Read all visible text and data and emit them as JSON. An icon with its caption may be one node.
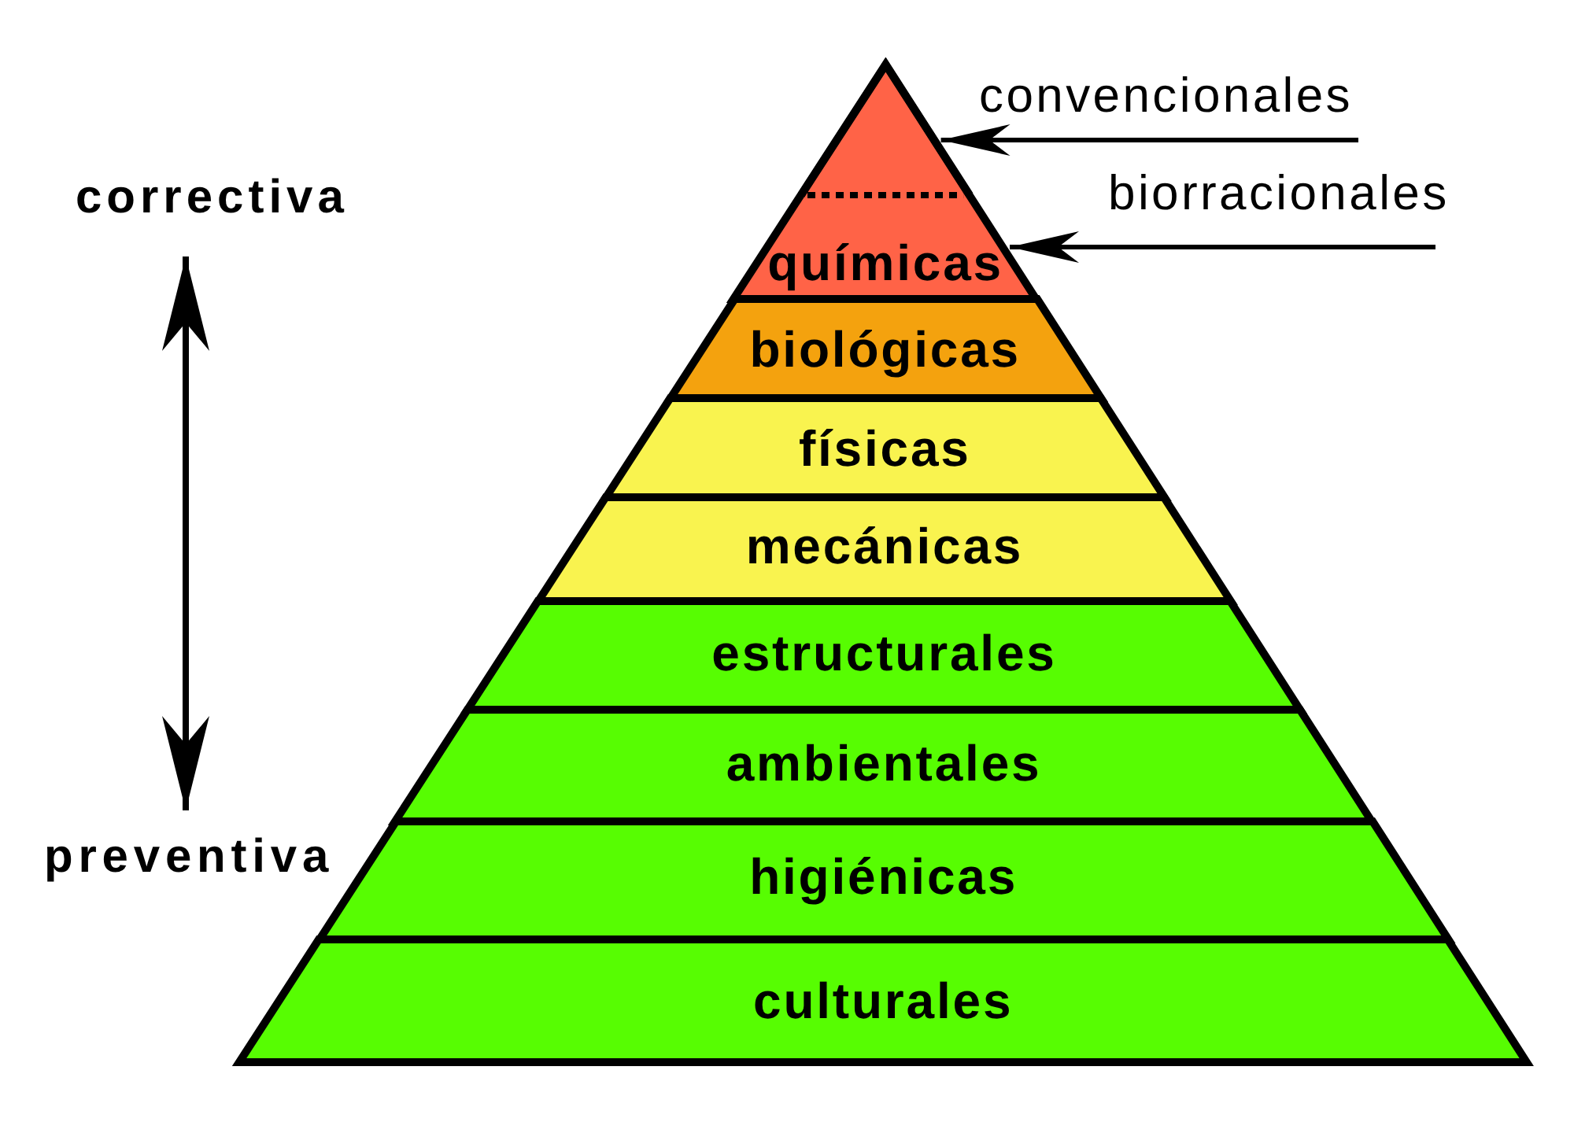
{
  "diagram": {
    "nodes": [
      {
        "text": [
          "químicas"
        ]
      },
      {
        "text": [],
        "shape": "triangle",
        "in": 0
      },
      {
        "text": [
          "convencionales"
        ]
      },
      {
        "text": [
          "correctiva"
        ]
      },
      {
        "text": [
          "biorracionales"
        ]
      },
      {
        "text": [
          "biológicas"
        ]
      },
      {
        "text": [
          "físicas"
        ]
      },
      {
        "text": [
          "mecánicas"
        ]
      },
      {
        "text": [
          "estructurales"
        ]
      },
      {
        "text": [
          "ambientales"
        ]
      },
      {
        "text": [
          "higiénicas"
        ]
      },
      {
        "text": [
          "preventiva"
        ]
      },
      {
        "text": [
          "culturales"
        ]
      }
    ],
    "edges": [
      {
        "from": 2,
        "to": 1,
        "arrow": "to"
      },
      {
        "from": 4,
        "to": 0,
        "arrow": "to"
      },
      {
        "from": 3,
        "to": 11,
        "arrow": "both"
      }
    ]
  }
}
